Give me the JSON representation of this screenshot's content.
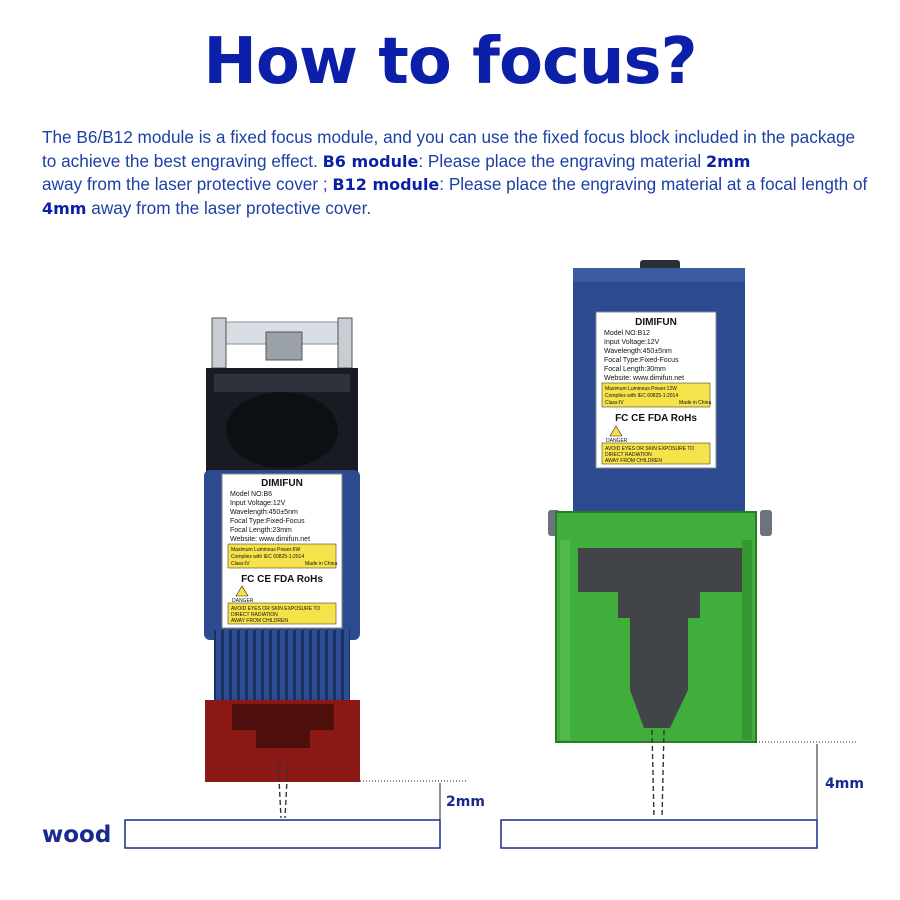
{
  "title": "How to focus?",
  "description": {
    "p1": "The B6/B12 module is a fixed focus module, and you can use the fixed focus block included in the package to achieve the best engraving effect.",
    "b6_label": "B6 module",
    "p2": ": Please place the engraving material",
    "b6_distance": "2mm",
    "p3": "away from the laser protective cover ;",
    "b12_label": "B12 module",
    "p4": ": Please place the engraving material at a focal length of",
    "b12_distance": "4mm",
    "p5": "away from the laser protective cover."
  },
  "diagram": {
    "material_label": "wood",
    "b6": {
      "brand": "DIMIFUN",
      "model": "Model NO:B6",
      "voltage": "Input Voltage:12V",
      "wavelength": "Wavelength:450±5nm",
      "focal_type": "Focal Type:Fixed-Focus",
      "focal_length": "Focal Length:23mm",
      "website": "Website: www.dimifun.net",
      "warn1": "Maximum Luminous Power:6W",
      "warn2": "Complies with IEC 60825-1:2014",
      "warn3": "Class:IV",
      "warn4": "Made in China",
      "certs": "FC CE FDA RoHs",
      "danger": "DANGER",
      "avoid1": "AVOID EYES OR SKIN EXPOSURE TO",
      "avoid2": "DIRECT RADIATION",
      "avoid3": "AWAY FROM CHILDREN",
      "distance": "2mm"
    },
    "b12": {
      "brand": "DIMIFUN",
      "model": "Model NO:B12",
      "voltage": "Input Voltage:12V",
      "wavelength": "Wavelength:450±5nm",
      "focal_type": "Focal Type:Fixed-Focus",
      "focal_length": "Focal Length:30mm",
      "website": "Website: www.dimifun.net",
      "warn1": "Maximum Luminous Power:12W",
      "warn2": "Complies with IEC 60825-1:2014",
      "warn3": "Class:IV",
      "warn4": "Made in China",
      "certs": "FC CE FDA RoHs",
      "danger": "DANGER",
      "avoid1": "AVOID EYES OR SKIN EXPOSURE TO",
      "avoid2": "DIRECT RADIATION",
      "avoid3": "AWAY FROM CHILDREN",
      "distance": "4mm"
    }
  },
  "colors": {
    "title": "#0b1fa8",
    "text": "#1d3fa6",
    "module_blue": "#2b4a8f",
    "cover_red": "#8b1a17",
    "block_green": "#3fae3a",
    "label_yellow": "#f6e24a"
  }
}
